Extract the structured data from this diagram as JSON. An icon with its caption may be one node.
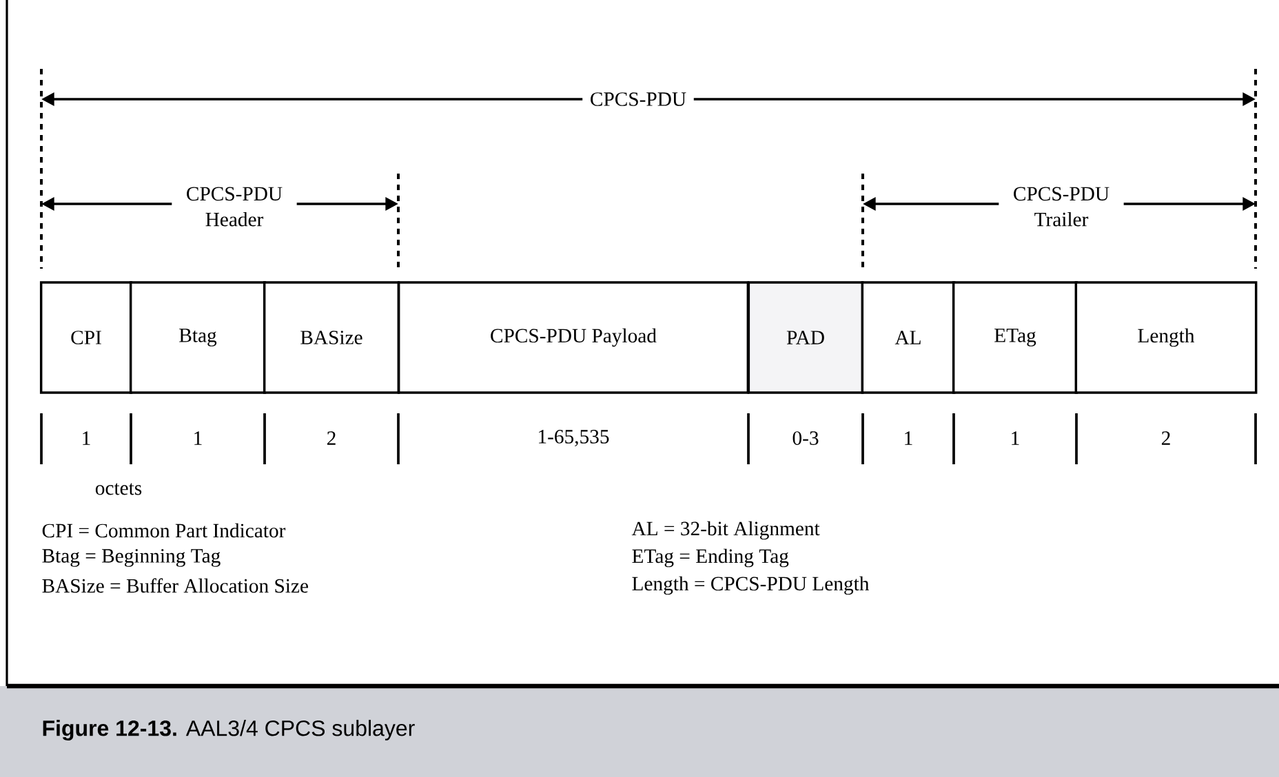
{
  "diagram": {
    "caption": "**Figure 12-13.** AAL3/4 CPCS sublayer",
    "nodes": [
      {
        "text": [
          "CPI"
        ]
      },
      {
        "text": [
          "Btag"
        ]
      },
      {
        "text": [
          "BASize"
        ]
      },
      {
        "text": [
          "CPCS-PDU Payload"
        ]
      },
      {
        "text": [
          "PAD"
        ]
      },
      {
        "text": [
          "AL"
        ]
      },
      {
        "text": [
          "ETag"
        ]
      },
      {
        "text": [
          "Length"
        ]
      }
    ],
    "edges": [],
    "labels": [
      "CPCS-PDU",
      "CPCS-PDU Header",
      "CPCS-PDU Trailer",
      "1",
      "1",
      "2",
      "1-65,535",
      "0-3",
      "1",
      "1",
      "2",
      "octets",
      "CPI = Common Part Indicator",
      "AL = 32-bit Alignment",
      "Btag = Beginning Tag",
      "ETag = Ending Tag",
      "BASize = Buffer Allocation Size",
      "Length = CPCS-PDU Length"
    ]
  }
}
